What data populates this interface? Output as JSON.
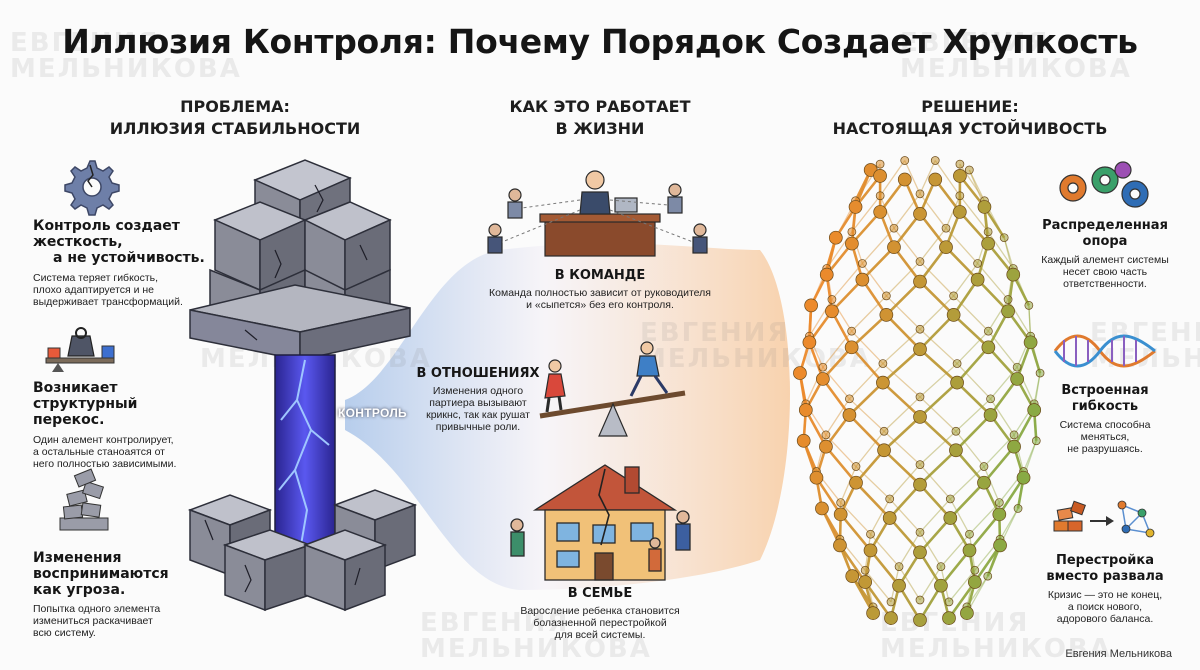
{
  "title": "Иллюзия Контроля: Почему Порядок Создает Хрупкость",
  "columns": {
    "problem": {
      "line1": "ПРОБЛЕМА:",
      "line2": "ИЛЛЮЗИЯ СТАБИЛЬНОСТИ"
    },
    "how": {
      "line1": "КАК ЭТО РАБОТАЕТ",
      "line2": "В ЖИЗНИ"
    },
    "solution": {
      "line1": "РЕШЕНИЕ:",
      "line2": "НАСТОЯЩАЯ УСТОЙЧИВОСТЬ"
    }
  },
  "problem_items": [
    {
      "icon": "gear-crack-icon",
      "heading": [
        "Контроль создает",
        "жесткость,",
        "а не устойчивость."
      ],
      "text": [
        "Система теряет гибкость,",
        "плохо адаптируется и не",
        "выдерживает трансформаций."
      ]
    },
    {
      "icon": "weight-seesaw-icon",
      "heading": [
        "Возникает",
        "структурный перекос."
      ],
      "text": [
        "Один алемент контролирует,",
        "а остальные станоаятся от",
        "него полностью зависимыми."
      ]
    },
    {
      "icon": "falling-blocks-icon",
      "heading": [
        "Изменения",
        "воспринимаются",
        "как угроза."
      ],
      "text": [
        "Попытка одного элемента",
        "измениться раскачивает",
        "всю систему."
      ]
    }
  ],
  "pillar_label": "КОНТРОЛЬ",
  "how_items": [
    {
      "scene": "boss-team-scene",
      "heading": "В КОМАНДЕ",
      "text": [
        "Команда полностью зависит от руководителя",
        "и «сыпется» без его контроля."
      ]
    },
    {
      "scene": "seesaw-couple-scene",
      "heading": "В ОТНОШЕНИЯХ",
      "text": [
        "Изменения одного",
        "партиера вызывают",
        "крикнс, так как рушат",
        "привычные роли."
      ]
    },
    {
      "scene": "cracked-house-scene",
      "heading": "В СЕМЬЕ",
      "text": [
        "Варосление ребенка становится",
        "болазненной перестройкой",
        "для всей системы."
      ]
    }
  ],
  "solution_items": [
    {
      "icon": "gears-icon",
      "heading": [
        "Распределенная",
        "опора"
      ],
      "text": [
        "Каждый алемент системы",
        "несет свою часть",
        "ответственности."
      ],
      "colors": [
        "#e07a2e",
        "#3aa06a",
        "#2f6db5"
      ]
    },
    {
      "icon": "dna-icon",
      "heading": [
        "Встроенная",
        "гибкость"
      ],
      "text": [
        "Система способна",
        "меняться,",
        "не разрушаясь."
      ]
    },
    {
      "icon": "rebuild-icon",
      "heading": [
        "Перестройка",
        "вместо развала"
      ],
      "text": [
        "Кризис — это не конец,",
        "а поиск нового,",
        "адорового баланса."
      ]
    }
  ],
  "watermark": [
    "ЕВГЕНИЯ",
    "МЕЛЬНИКОВА"
  ],
  "signature": "Евгения Мельникова",
  "colors": {
    "stone": "#7d7f8c",
    "stone_light": "#a9abb7",
    "crack_glow": "#4a3fd6",
    "flow_left": "#8fb6e6",
    "flow_right": "#f6b77a",
    "net_orange": "#ec8a2c",
    "net_green": "#6fb24a"
  }
}
